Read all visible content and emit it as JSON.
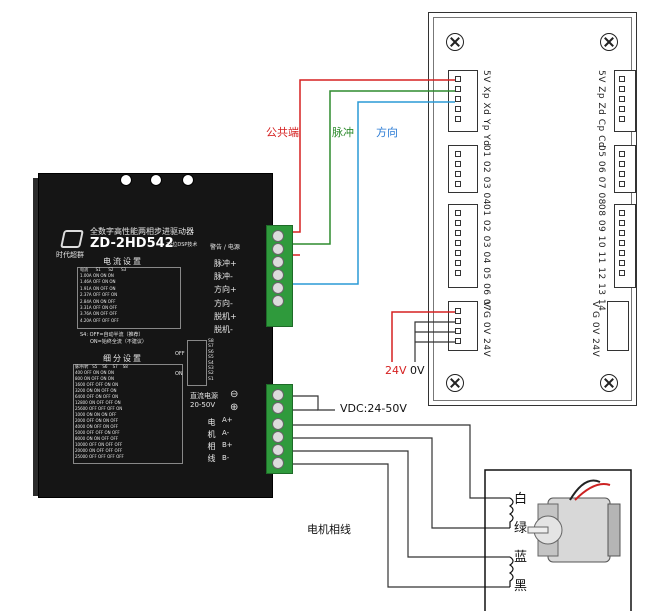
{
  "board": {
    "top_connector_left": "5V Xp Xd Yp Yd",
    "top_connector_right": "5V Zp Zd Cp Cd",
    "mid1_left": "01 02 03 04",
    "mid1_right": "05 06 07 08",
    "mid2_left": "01 02 03 04 05 06 07",
    "mid2_right": "08 09 10 11 12 13 14",
    "power_left": "V G 0V 24V",
    "power_right": "V G 0V 24V"
  },
  "wires": {
    "common": "公共端",
    "pulse": "脉冲",
    "direction": "方向",
    "v24": "24V",
    "v0": "0V",
    "vdc": "VDC:24-50V",
    "motor_phase": "电机相线",
    "coil_white": "白",
    "coil_green": "绿",
    "coil_blue": "蓝",
    "coil_black": "黑"
  },
  "driver": {
    "title": "全数字高性能两相步进驱动器",
    "model": "ZD-2HD542",
    "tech": "32位DSP技术",
    "brand": "时代超群",
    "alarm_power": "警告 / 电源",
    "current_setting": "电流设置",
    "current_headers": [
      "电流",
      "S1",
      "S2",
      "S3"
    ],
    "current_rows": [
      [
        "1.00A",
        "ON",
        "ON",
        "ON"
      ],
      [
        "1.46A",
        "OFF",
        "ON",
        "ON"
      ],
      [
        "1.91A",
        "ON",
        "OFF",
        "ON"
      ],
      [
        "2.37A",
        "OFF",
        "OFF",
        "ON"
      ],
      [
        "2.84A",
        "ON",
        "ON",
        "OFF"
      ],
      [
        "3.31A",
        "OFF",
        "ON",
        "OFF"
      ],
      [
        "3.76A",
        "ON",
        "OFF",
        "OFF"
      ],
      [
        "4.20A",
        "OFF",
        "OFF",
        "OFF"
      ]
    ],
    "s4_note": "S4: OFF=自动半流（推荐）",
    "s4_note2": "ON=始终全流（不建议）",
    "subdiv_setting": "细分设置",
    "subdiv_headers": [
      "脉冲/转",
      "S5",
      "S6",
      "S7",
      "S8"
    ],
    "subdiv_rows": [
      [
        "400",
        "OFF",
        "ON",
        "ON",
        "ON"
      ],
      [
        "800",
        "ON",
        "OFF",
        "ON",
        "ON"
      ],
      [
        "1600",
        "OFF",
        "OFF",
        "ON",
        "ON"
      ],
      [
        "3200",
        "ON",
        "ON",
        "OFF",
        "ON"
      ],
      [
        "6400",
        "OFF",
        "ON",
        "OFF",
        "ON"
      ],
      [
        "12800",
        "ON",
        "OFF",
        "OFF",
        "ON"
      ],
      [
        "25600",
        "OFF",
        "OFF",
        "OFF",
        "ON"
      ],
      [
        "1000",
        "ON",
        "ON",
        "ON",
        "OFF"
      ],
      [
        "2000",
        "OFF",
        "ON",
        "ON",
        "OFF"
      ],
      [
        "4000",
        "ON",
        "OFF",
        "ON",
        "OFF"
      ],
      [
        "5000",
        "OFF",
        "OFF",
        "ON",
        "OFF"
      ],
      [
        "8000",
        "ON",
        "ON",
        "OFF",
        "OFF"
      ],
      [
        "10000",
        "OFF",
        "ON",
        "OFF",
        "OFF"
      ],
      [
        "20000",
        "ON",
        "OFF",
        "OFF",
        "OFF"
      ],
      [
        "25000",
        "OFF",
        "OFF",
        "OFF",
        "OFF"
      ]
    ],
    "dip_off": "OFF",
    "dip_on": "ON",
    "dip_labels": [
      "S8",
      "S7",
      "S6",
      "S5",
      "S4",
      "S3",
      "S2",
      "S1"
    ],
    "signal_labels": [
      "脉冲+",
      "脉冲-",
      "方向+",
      "方向-",
      "脱机+",
      "脱机-"
    ],
    "dc_power": "直流电源",
    "dc_range": "20-50V",
    "minus": "⊖",
    "plus": "⊕",
    "motor_label": "电机相线",
    "phase_labels": [
      "A+",
      "A-",
      "B+",
      "B-"
    ]
  }
}
